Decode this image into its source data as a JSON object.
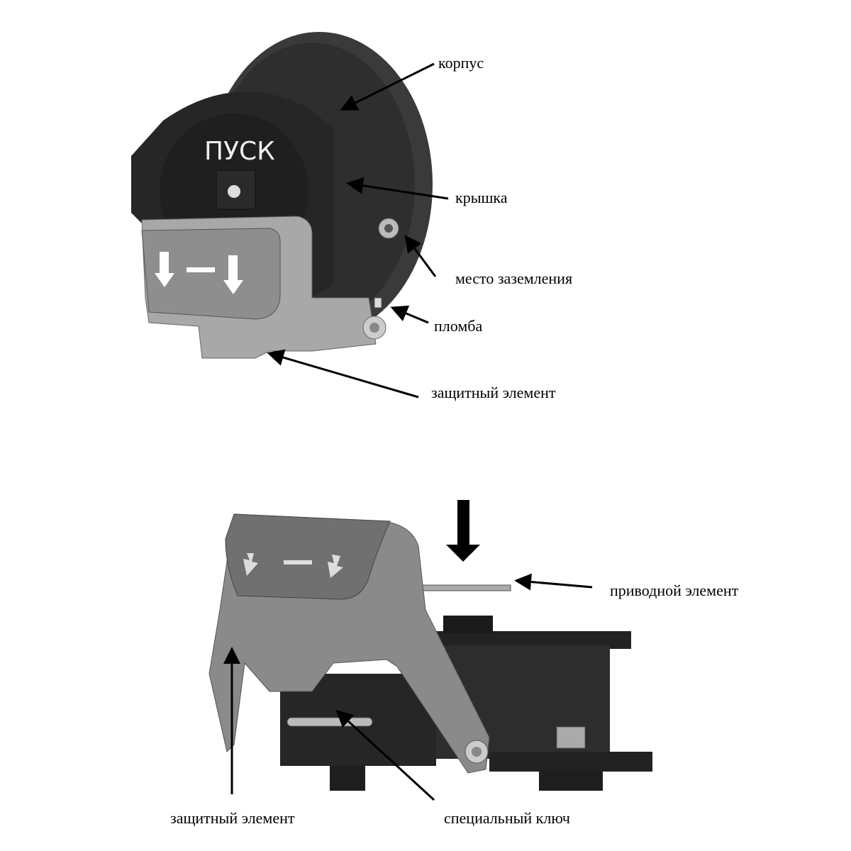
{
  "device_text": "ПУСК",
  "top_figure": {
    "labels": {
      "housing": "корпус",
      "cover": "крышка",
      "grounding": "место заземления",
      "seal": "пломба",
      "protective": "защитный элемент"
    }
  },
  "bottom_figure": {
    "labels": {
      "drive": "приводной элемент",
      "protective": "защитный элемент",
      "key": "специальный ключ"
    }
  }
}
